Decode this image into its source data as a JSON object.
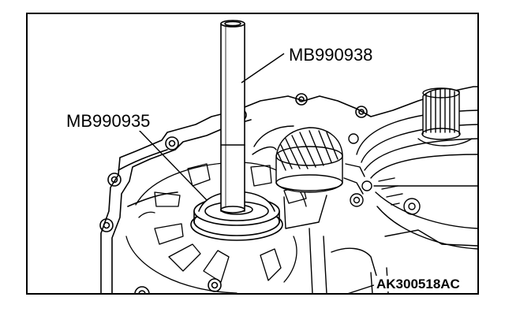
{
  "figure": {
    "tool_labels": {
      "upper": "MB990938",
      "lower": "MB990935"
    },
    "figure_id": "AK300518AC"
  }
}
